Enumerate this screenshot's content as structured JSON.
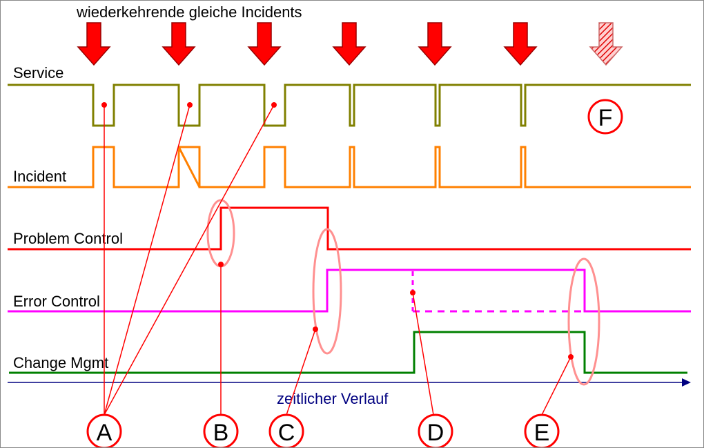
{
  "header": {
    "title": "wiederkehrende gleiche Incidents"
  },
  "lanes": {
    "service": "Service",
    "incident": "Incident",
    "problem_control": "Problem Control",
    "error_control": "Error Control",
    "change_mgmt": "Change Mgmt"
  },
  "axis": {
    "label": "zeitlicher Verlauf"
  },
  "markers": {
    "a": "A",
    "b": "B",
    "c": "C",
    "d": "D",
    "e": "E",
    "f": "F"
  },
  "colors": {
    "service": "#808000",
    "incident": "#ff8000",
    "problem_control": "#ff0000",
    "error_control": "#ff00ff",
    "change_mgmt": "#008000",
    "axis": "#000080",
    "arrow": "#ff0000",
    "ellipse": "#ff9090",
    "pointer": "#ff0000"
  },
  "icons": {
    "incident_arrow": "down-arrow-icon",
    "predicted_arrow": "hatched-down-arrow-icon"
  }
}
